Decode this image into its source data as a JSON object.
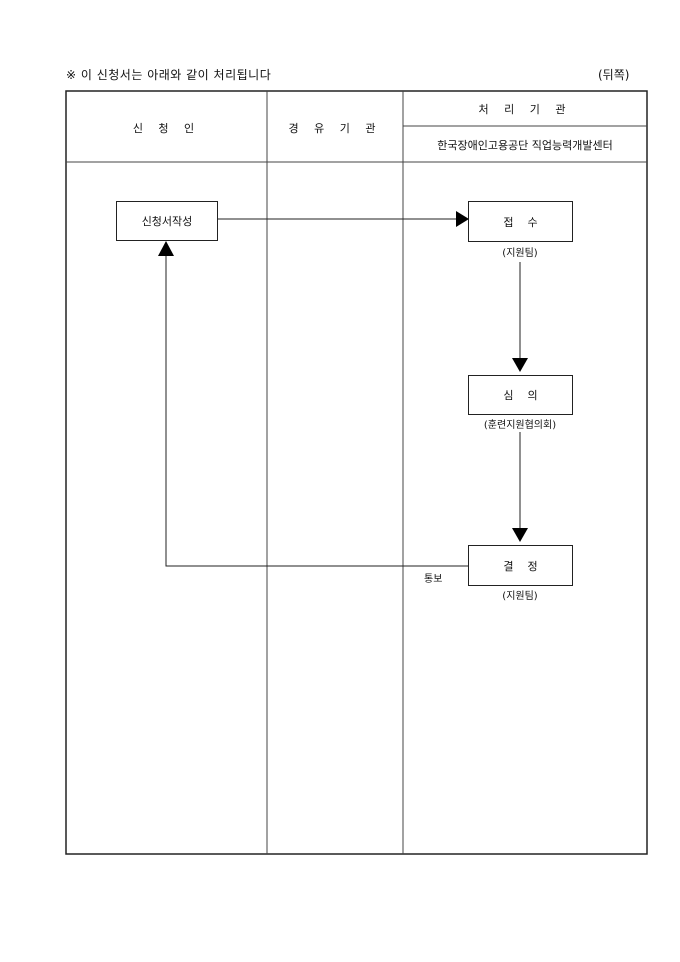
{
  "header": {
    "title": "※ 이 신청서는 아래와 같이 처리됩니다",
    "side_label": "(뒤쪽)"
  },
  "table": {
    "col_applicant": "신 청 인",
    "col_via": "경 유 기 관",
    "col_processing": "처 리 기 관",
    "col_processing_org": "한국장애인고용공단 직업능력개발센터"
  },
  "flow": {
    "apply": "신청서작성",
    "receive": "접    수",
    "receive_dept": "(지원팀)",
    "review": "심    의",
    "review_dept": "(훈련지원협의회)",
    "decide": "결    정",
    "decide_dept": "(지원팀)",
    "notify": "통보"
  }
}
